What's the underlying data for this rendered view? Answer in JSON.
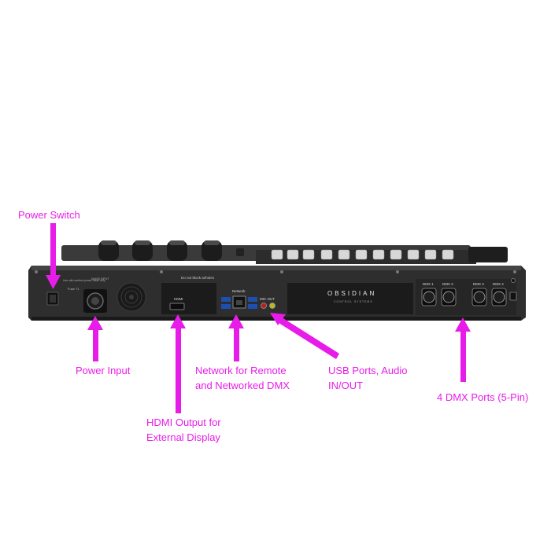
{
  "accent_color": "#e81ce8",
  "callouts": {
    "power_switch": "Power Switch",
    "power_input": "Power Input",
    "hdmi": "HDMI Output for\nExternal Display",
    "network": "Network for Remote\nand Networked DMX",
    "usb_audio": "USB Ports, Audio\nIN/OUT",
    "dmx": "4 DMX Ports (5-Pin)"
  },
  "panel_labels": {
    "brand": "OBSIDIAN",
    "brand_sub": "CONTROL SYSTEMS",
    "hdmi": "HDMI",
    "network": "Network",
    "mic_out": "MIC OUT",
    "vents_warning": "Do not block airholes",
    "fuse": "Fuse T1",
    "dmx1": "DMX 1",
    "dmx2": "DMX 2",
    "dmx3": "DMX 3",
    "dmx4": "DMX 4"
  }
}
